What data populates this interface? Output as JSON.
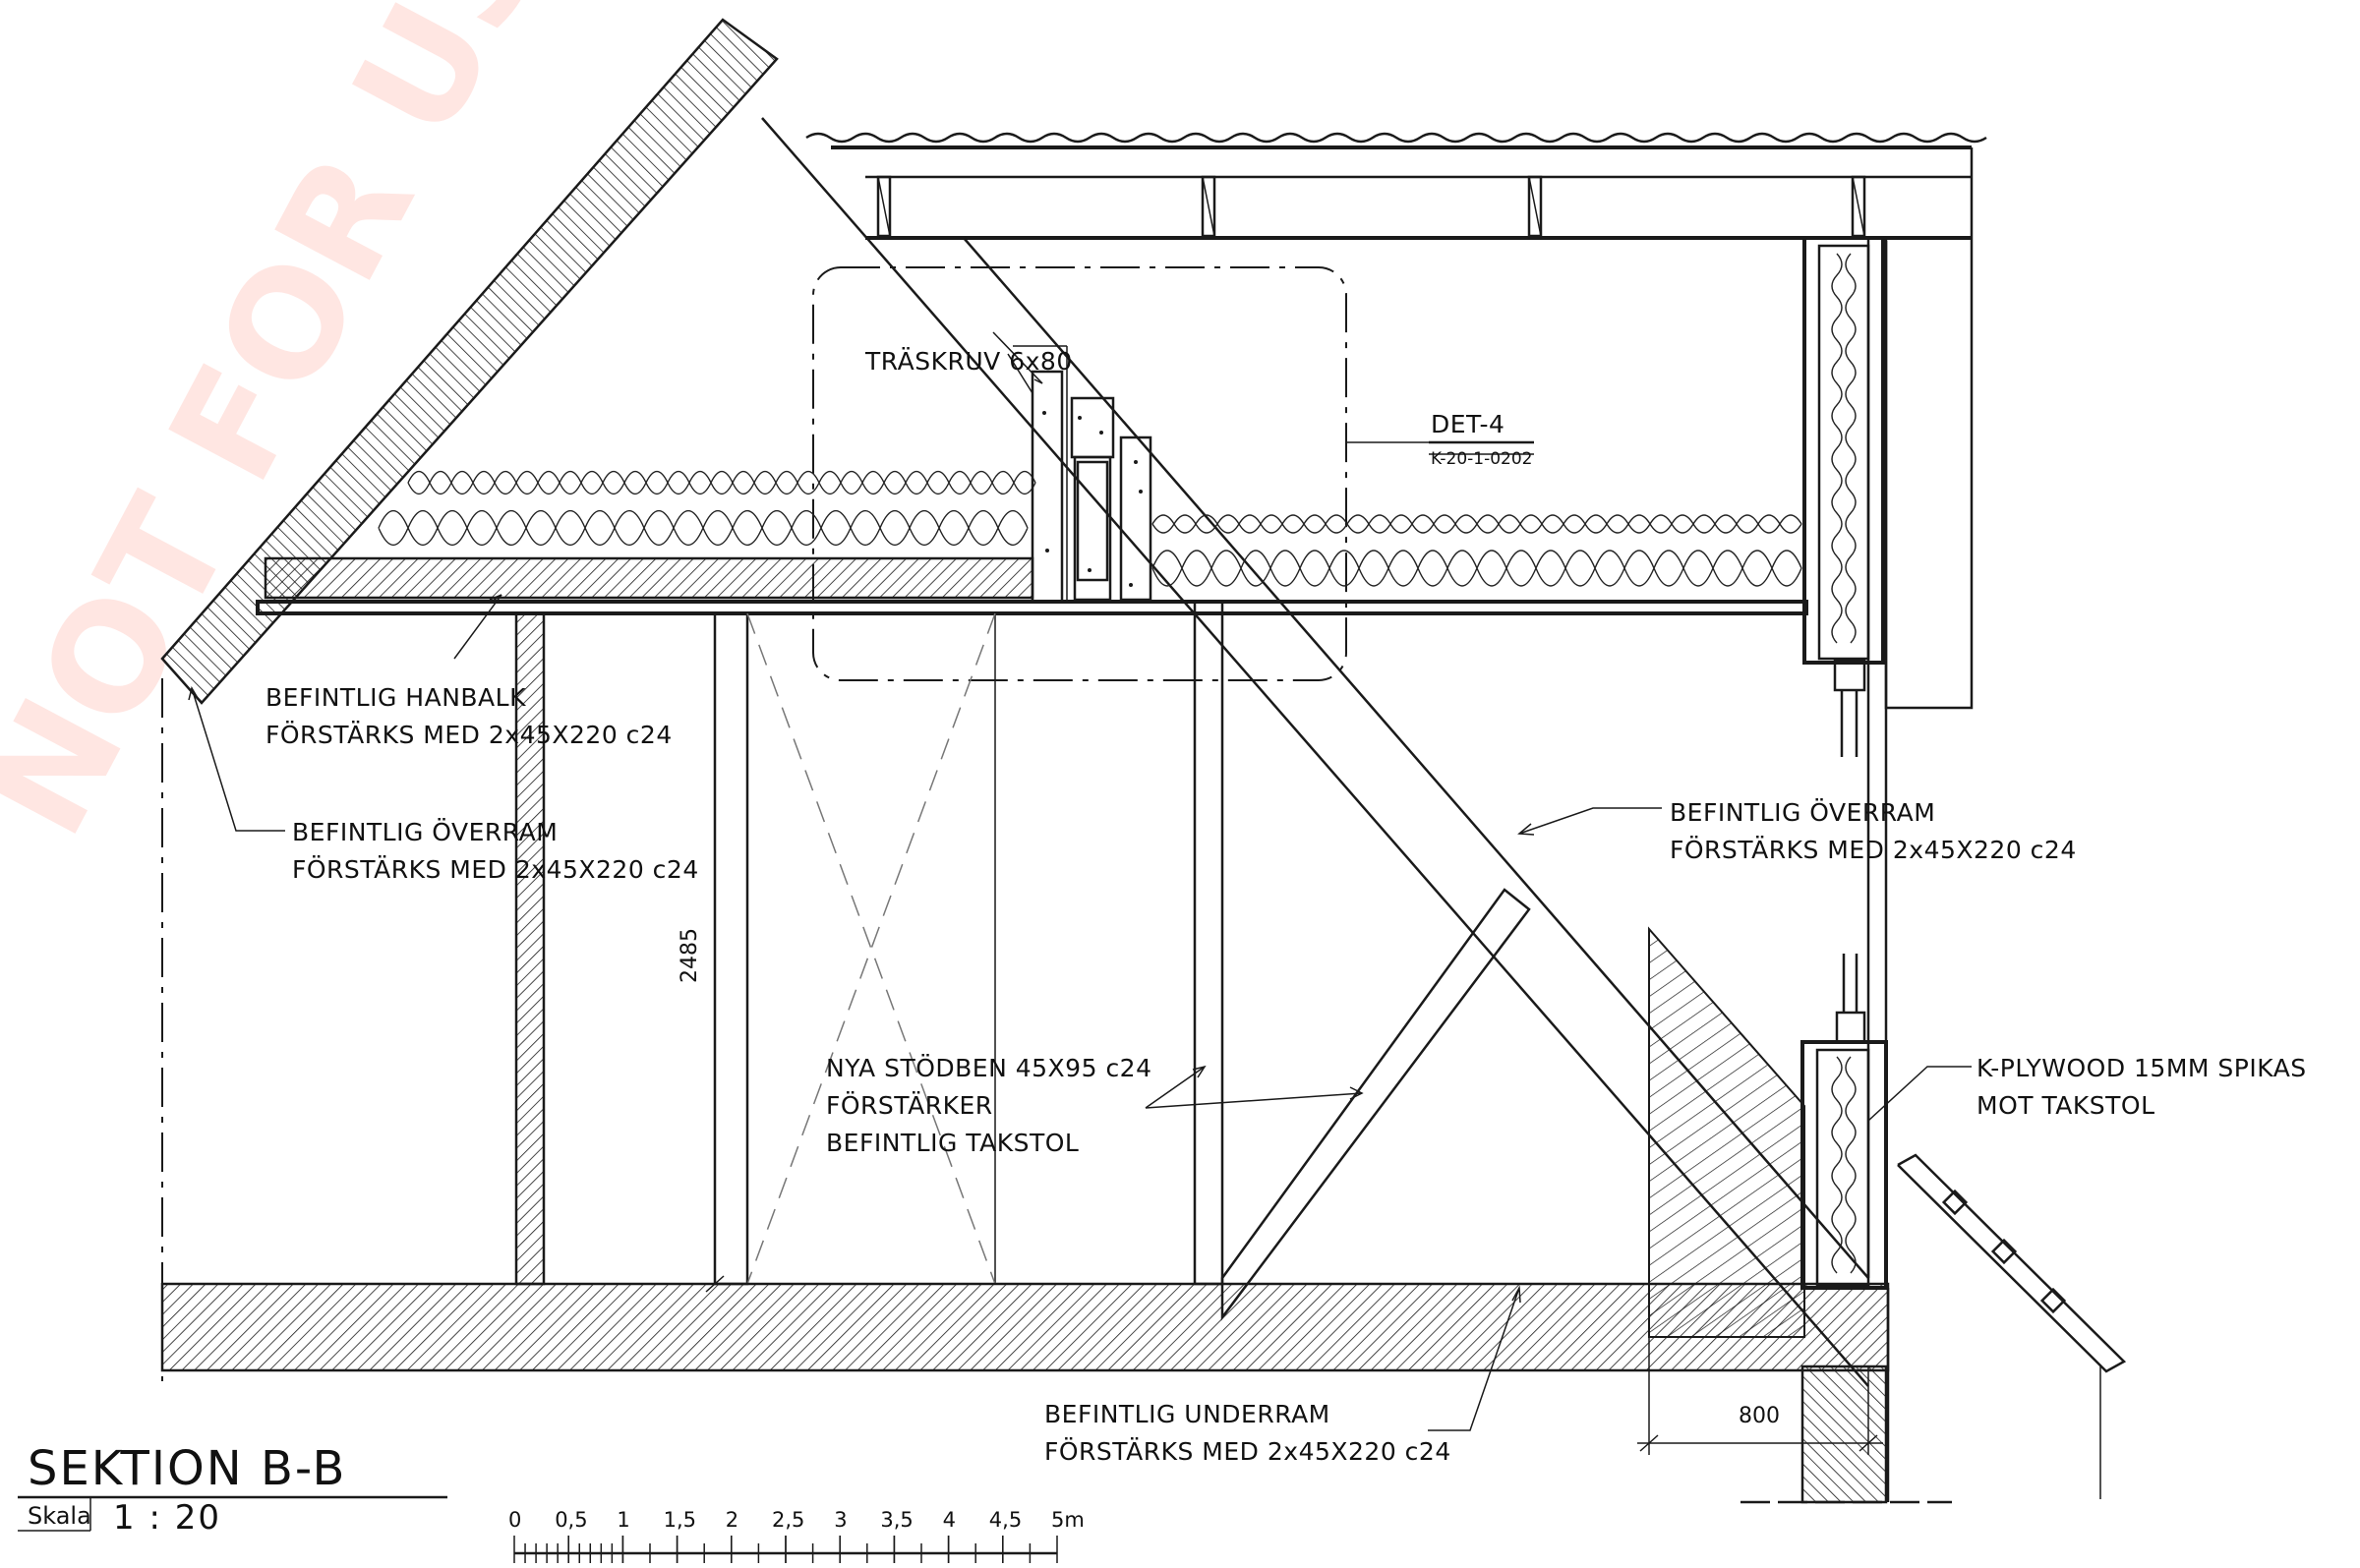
{
  "drawing": {
    "title": "SEKTION B-B",
    "scale_label": "Skala",
    "scale_value": "1 : 20",
    "scale_bar_ticks": [
      "0",
      "0,5",
      "1",
      "1,5",
      "2",
      "2,5",
      "3",
      "3,5",
      "4",
      "4,5",
      "5m"
    ],
    "dimensions": {
      "vertical_height": "2485",
      "horizontal_width": "800"
    },
    "detail_ref": {
      "label": "DET-4",
      "code": "K-20-1-0202"
    },
    "annotations": {
      "screw": "TRÄSKRUV 6x80",
      "collar_beam_line1": "BEFINTLIG HANBALK",
      "collar_beam_line2": "FÖRSTÄRKS MED 2x45X220 c24",
      "upper_frame_left_line1": "BEFINTLIG ÖVERRAM",
      "upper_frame_left_line2": "FÖRSTÄRKS MED 2x45X220 c24",
      "upper_frame_right_line1": "BEFINTLIG ÖVERRAM",
      "upper_frame_right_line2": "FÖRSTÄRKS MED 2x45X220 c24",
      "new_legs_line1": "NYA STÖDBEN 45X95 c24",
      "new_legs_line2": "FÖRSTÄRKER",
      "new_legs_line3": "BEFINTLIG TAKSTOL",
      "plywood_line1": "K-PLYWOOD 15MM SPIKAS",
      "plywood_line2": "MOT TAKSTOL",
      "lower_frame_line1": "BEFINTLIG UNDERRAM",
      "lower_frame_line2": "FÖRSTÄRKS MED 2x45X220 c24"
    },
    "colors": {
      "line": "#1a1a1a",
      "watermark": "#ff3a1a"
    }
  }
}
